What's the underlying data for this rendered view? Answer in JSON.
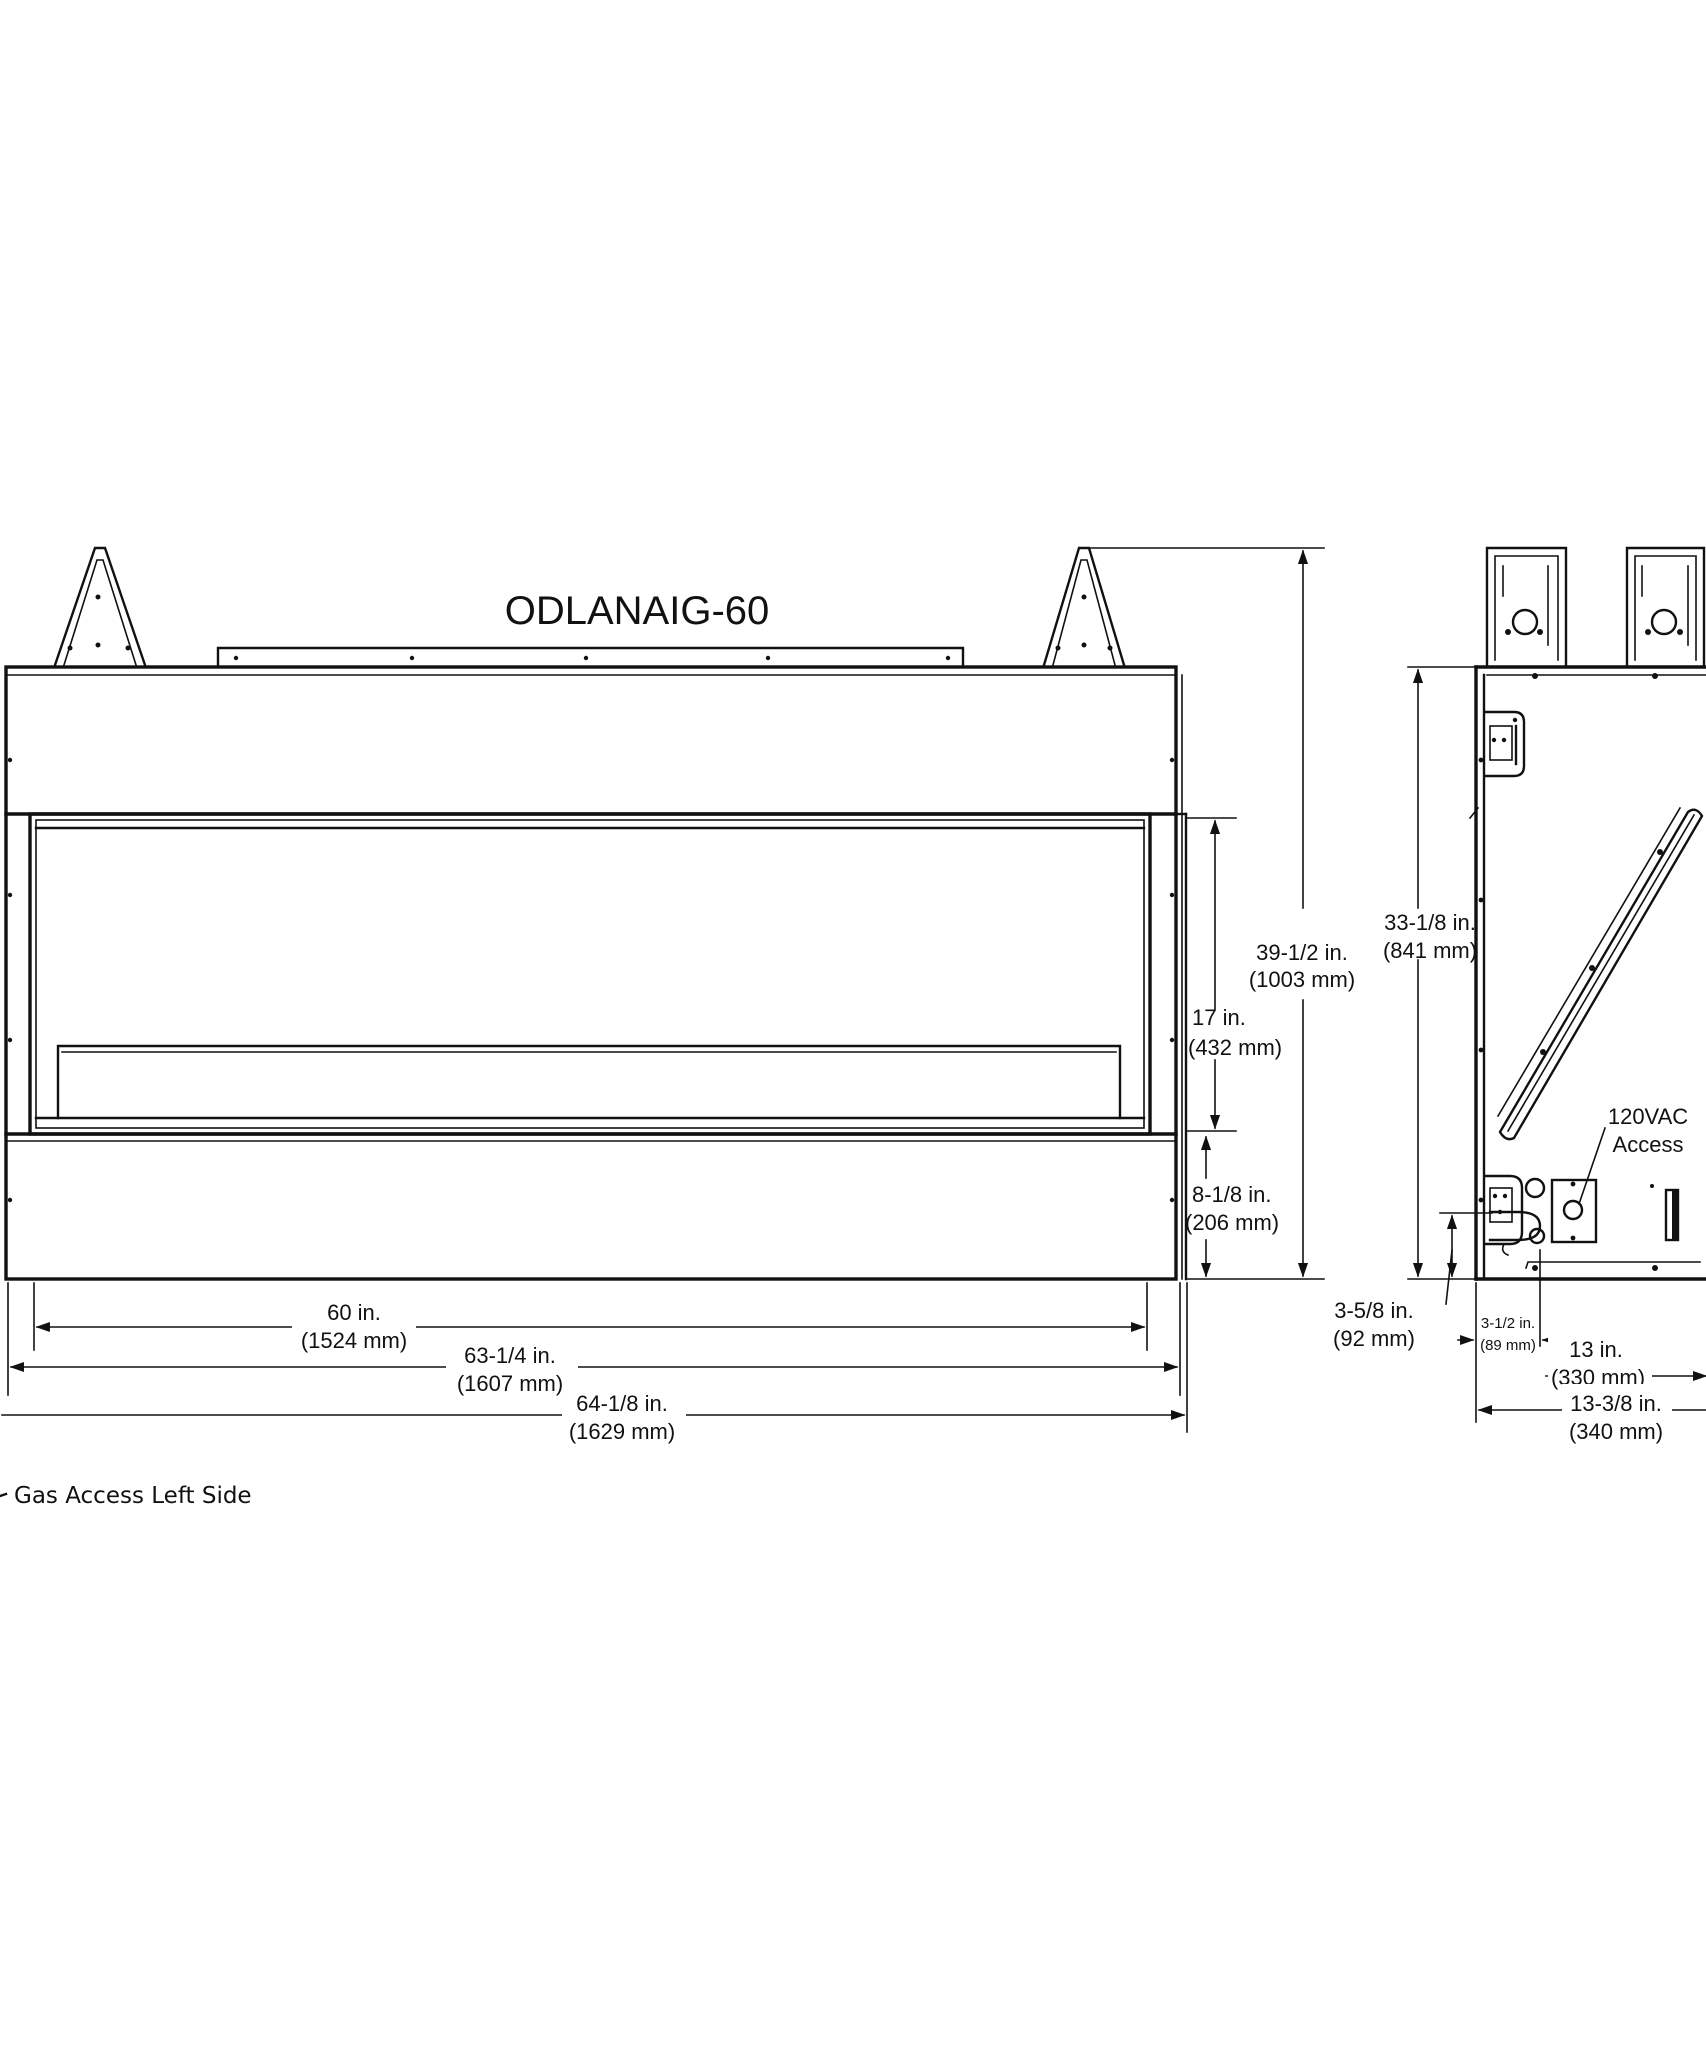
{
  "diagram": {
    "title": "ODLANAIG-60",
    "front_view": {
      "dimensions": {
        "overall_height": {
          "imperial": "39-1/2 in.",
          "metric": "(1003 mm)"
        },
        "glass_height": {
          "imperial": "17 in.",
          "metric": "(432 mm)"
        },
        "base_height": {
          "imperial": "8-1/8 in.",
          "metric": "(206 mm)"
        },
        "glass_width": {
          "imperial": "60 in.",
          "metric": "(1524 mm)"
        },
        "frame_width": {
          "imperial": "63-1/4 in.",
          "metric": "(1607 mm)"
        },
        "overall_width": {
          "imperial": "64-1/8 in.",
          "metric": "(1629 mm)"
        }
      }
    },
    "side_view": {
      "dimensions": {
        "body_height": {
          "imperial": "33-1/8 in.",
          "metric": "(841 mm)"
        },
        "gas_height": {
          "imperial": "3-5/8 in.",
          "metric": "(92 mm)"
        },
        "gas_offset": {
          "imperial": "3-1/2 in.",
          "metric": "(89 mm)"
        },
        "body_depth": {
          "imperial": "13 in.",
          "metric": "(330 mm)"
        },
        "overall_depth": {
          "imperial": "13-3/8 in.",
          "metric": "(340 mm)"
        }
      },
      "callouts": {
        "electrical_line1": "120VAC",
        "electrical_line2": "Access"
      }
    },
    "footnote": "Gas Access Left Side"
  }
}
